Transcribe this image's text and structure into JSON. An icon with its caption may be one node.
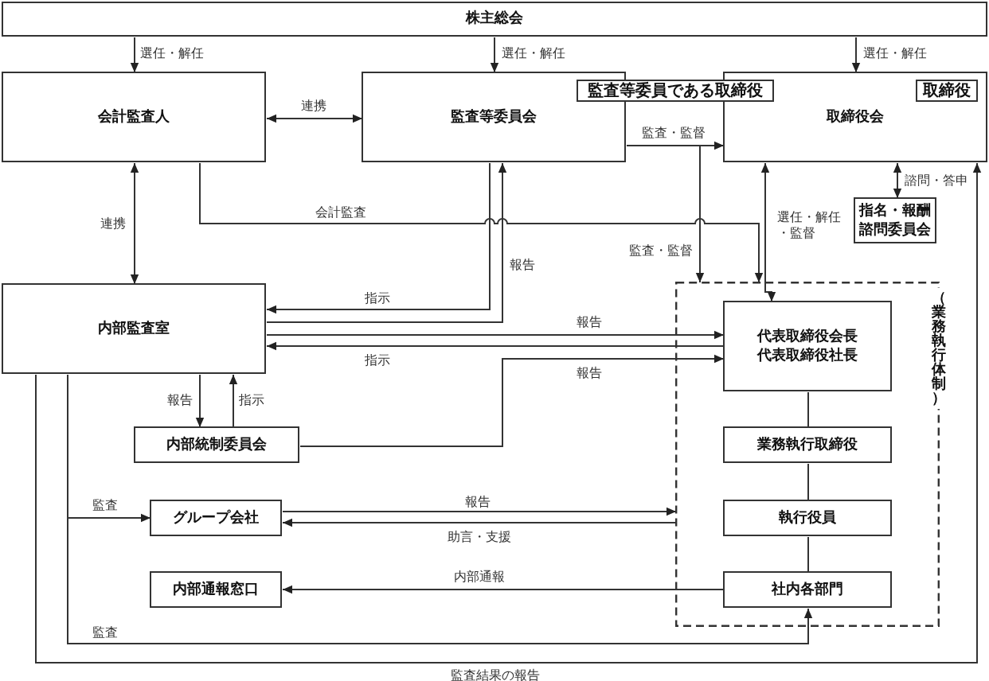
{
  "diagram": {
    "nodes": [
      {
        "text": [
          "株主総会"
        ]
      },
      {
        "text": [
          "会計監査人"
        ]
      },
      {
        "text": [
          "監査等委員会"
        ]
      },
      {
        "text": [
          "監査等委員である取締役"
        ]
      },
      {
        "text": [
          "取締役会"
        ]
      },
      {
        "text": [
          "取締役"
        ],
        "in": 4
      },
      {
        "text": [
          "指名・報酬諮問委員会"
        ]
      },
      {
        "text": [
          "内部監査室"
        ]
      },
      {
        "text": [
          "（業務執行体制）"
        ]
      },
      {
        "text": [
          "代表取締役会長代表取締役社長"
        ],
        "in": 8
      },
      {
        "text": [
          "内部統制委員会"
        ]
      },
      {
        "text": [
          "業務執行取締役"
        ],
        "in": 8
      },
      {
        "text": [
          "グループ会社"
        ]
      },
      {
        "text": [
          "執行役員"
        ],
        "in": 8
      },
      {
        "text": [
          "内部通報窓口"
        ]
      },
      {
        "text": [
          "社内各部門"
        ],
        "in": 8
      }
    ],
    "edges": [
      {
        "from": 0,
        "to": 1,
        "arrow": "to",
        "label": "選任・解任"
      },
      {
        "from": 0,
        "to": 2,
        "arrow": "to",
        "label": "選任・解任"
      },
      {
        "from": 0,
        "to": 4,
        "arrow": "to",
        "label": "選任・解任"
      },
      {
        "from": 1,
        "to": 2,
        "arrow": "both",
        "label": "連携"
      },
      {
        "from": 1,
        "to": 7,
        "arrow": "both",
        "label": "連携"
      },
      {
        "from": 2,
        "to": 4,
        "arrow": "to",
        "label": "監査・監督"
      },
      {
        "from": 2,
        "to": 8,
        "arrow": "to",
        "label": "監査・監督"
      },
      {
        "from": 1,
        "to": 8,
        "arrow": "to",
        "label": "会計監査"
      },
      {
        "from": 4,
        "to": 9,
        "arrow": "both",
        "label": "選任・解任・監督"
      },
      {
        "from": 4,
        "to": 6,
        "arrow": "both",
        "label": "諮問・答申"
      },
      {
        "from": 2,
        "to": 7,
        "arrow": "to",
        "label": "指示"
      },
      {
        "from": 7,
        "to": 2,
        "arrow": "to",
        "label": "報告"
      },
      {
        "from": 7,
        "to": 9,
        "arrow": "to",
        "label": "報告"
      },
      {
        "from": 9,
        "to": 7,
        "arrow": "to",
        "label": "指示"
      },
      {
        "from": 7,
        "to": 10,
        "arrow": "to",
        "label": "報告"
      },
      {
        "from": 10,
        "to": 7,
        "arrow": "to",
        "label": "指示"
      },
      {
        "from": 10,
        "to": 9,
        "arrow": "to",
        "label": "報告"
      },
      {
        "from": 7,
        "to": 12,
        "arrow": "to",
        "label": "監査"
      },
      {
        "from": 7,
        "to": 15,
        "arrow": "to",
        "label": "監査"
      },
      {
        "from": 12,
        "to": 8,
        "arrow": "to",
        "label": "報告"
      },
      {
        "from": 8,
        "to": 12,
        "arrow": "to",
        "label": "助言・支援"
      },
      {
        "from": 15,
        "to": 14,
        "arrow": "to",
        "label": "内部通報"
      },
      {
        "from": 7,
        "to": 4,
        "arrow": "to",
        "label": "監査結果の報告"
      },
      {
        "from": 9,
        "to": 11,
        "arrow": "none"
      },
      {
        "from": 11,
        "to": 13,
        "arrow": "none"
      },
      {
        "from": 13,
        "to": 15,
        "arrow": "none"
      }
    ]
  }
}
